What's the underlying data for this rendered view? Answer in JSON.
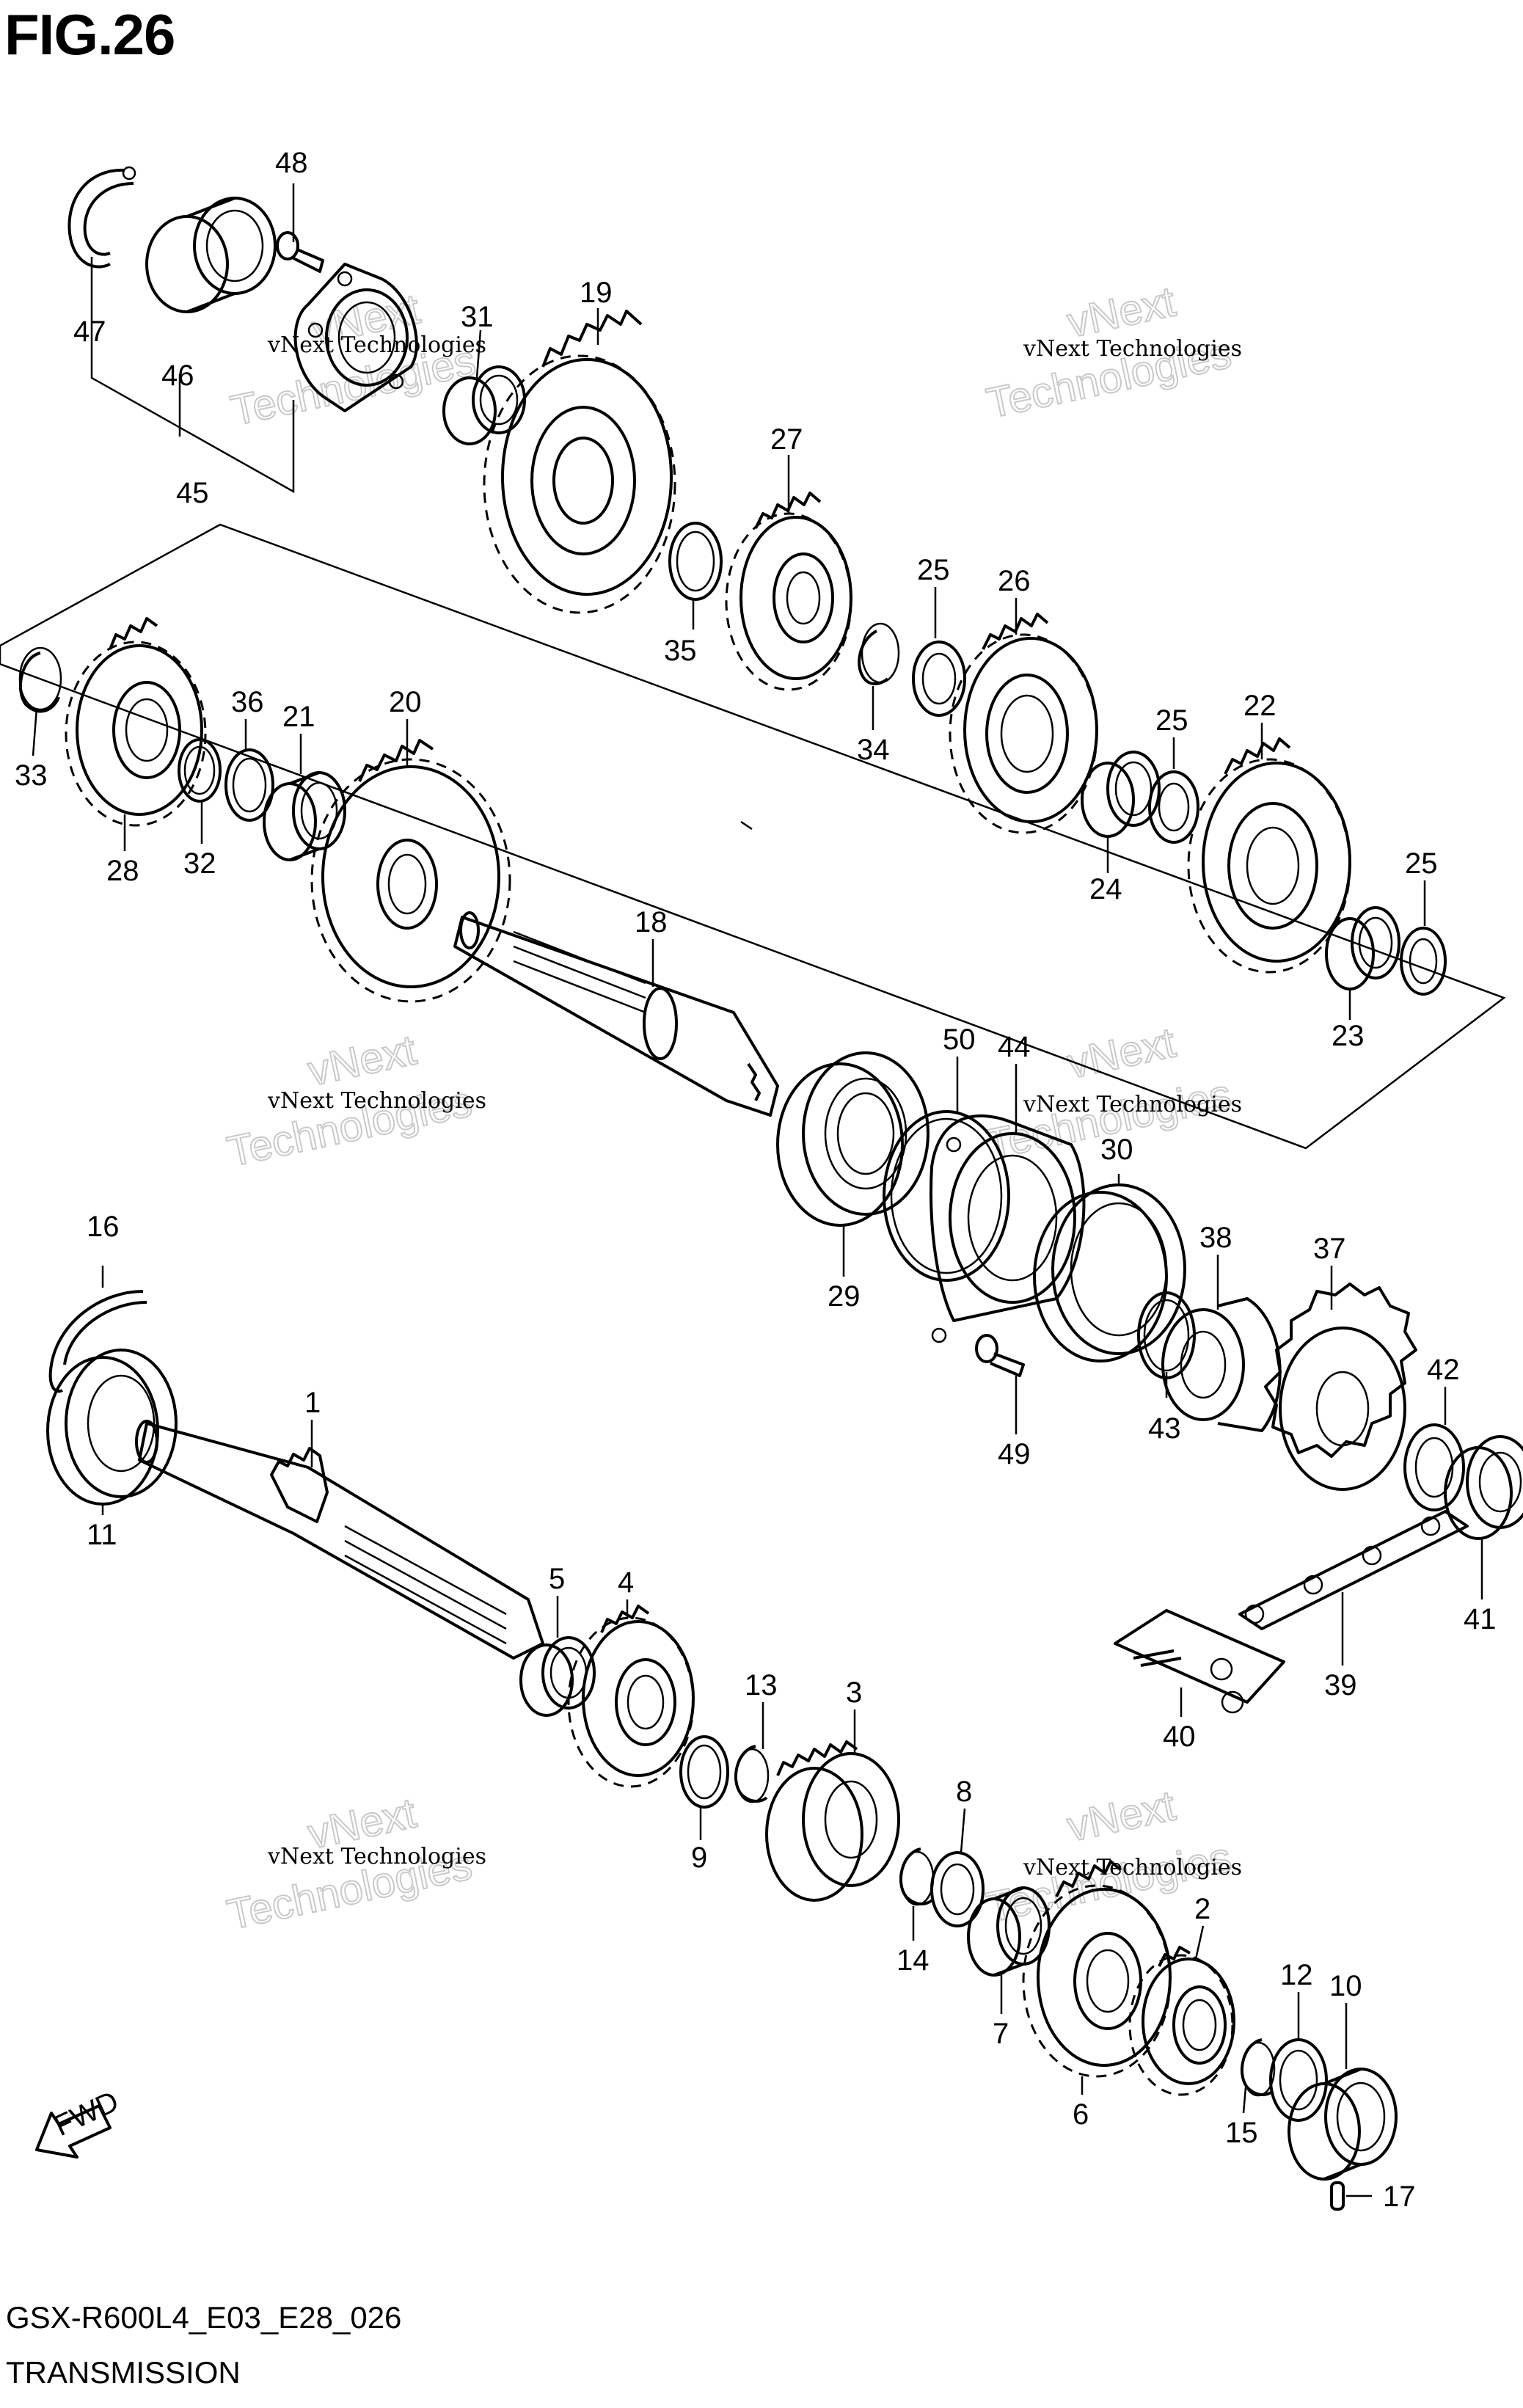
{
  "figure": {
    "title": "FIG.26",
    "model_code": "GSX-R600L4_E03_E28_026",
    "section_name": "TRANSMISSION"
  },
  "watermark": {
    "line1": "vNext Technologies",
    "line2a": "vNext",
    "line2b": "Technologies"
  },
  "fwd_arrow": {
    "label": "FWD"
  },
  "part_labels": [
    "1",
    "2",
    "3",
    "4",
    "5",
    "6",
    "7",
    "8",
    "9",
    "10",
    "11",
    "12",
    "13",
    "14",
    "15",
    "16",
    "17",
    "18",
    "19",
    "20",
    "21",
    "22",
    "23",
    "24",
    "25",
    "26",
    "27",
    "28",
    "29",
    "30",
    "31",
    "32",
    "33",
    "34",
    "35",
    "36",
    "37",
    "38",
    "39",
    "40",
    "41",
    "42",
    "43",
    "44",
    "45",
    "46",
    "47",
    "48",
    "49",
    "50"
  ]
}
